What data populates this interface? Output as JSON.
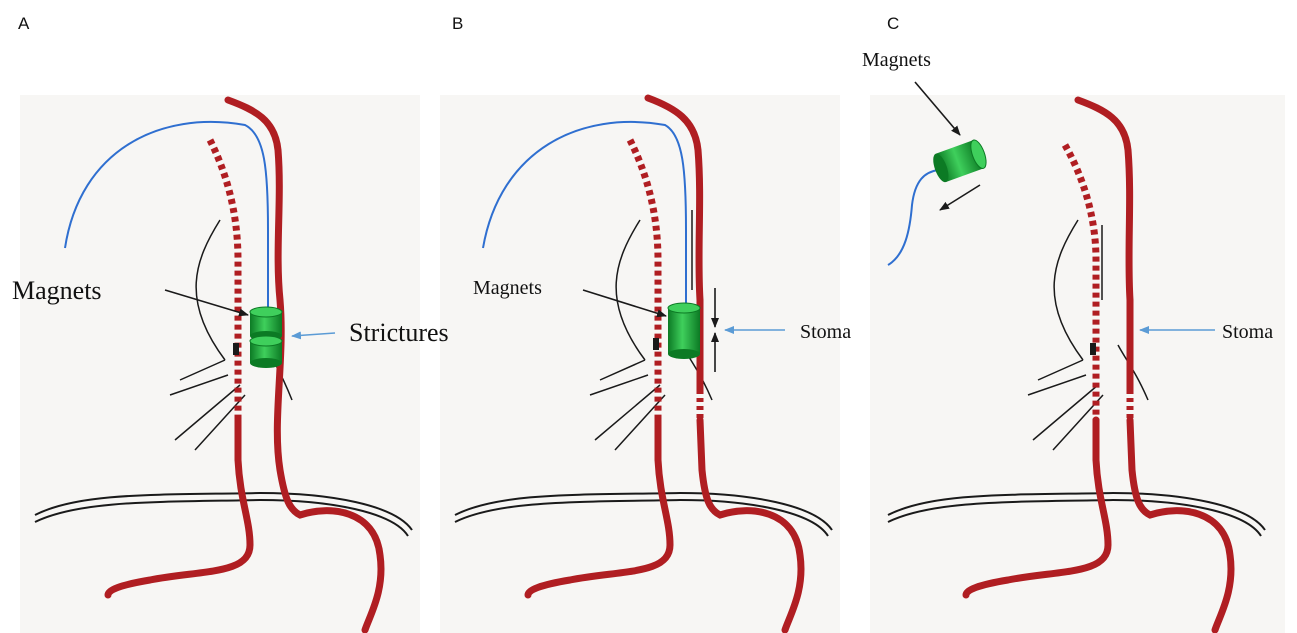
{
  "panels": [
    {
      "letter": "A",
      "labels": {
        "magnets": "Magnets",
        "right": "Strictures"
      }
    },
    {
      "letter": "B",
      "labels": {
        "magnets": "Magnets",
        "right": "Stoma"
      }
    },
    {
      "letter": "C",
      "labels": {
        "magnets": "Magnets",
        "right": "Stoma"
      }
    }
  ],
  "colors": {
    "vessel": "#b01e22",
    "vessel_edge": "#e8a3a3",
    "guidewire": "#2f6fd0",
    "magnet": "#19a63a",
    "magnet_dark": "#0c7a24",
    "stroke": "#1a1a1a",
    "pointer_blue": "#5b9bd5",
    "panel_bg": "#f7f6f4"
  }
}
